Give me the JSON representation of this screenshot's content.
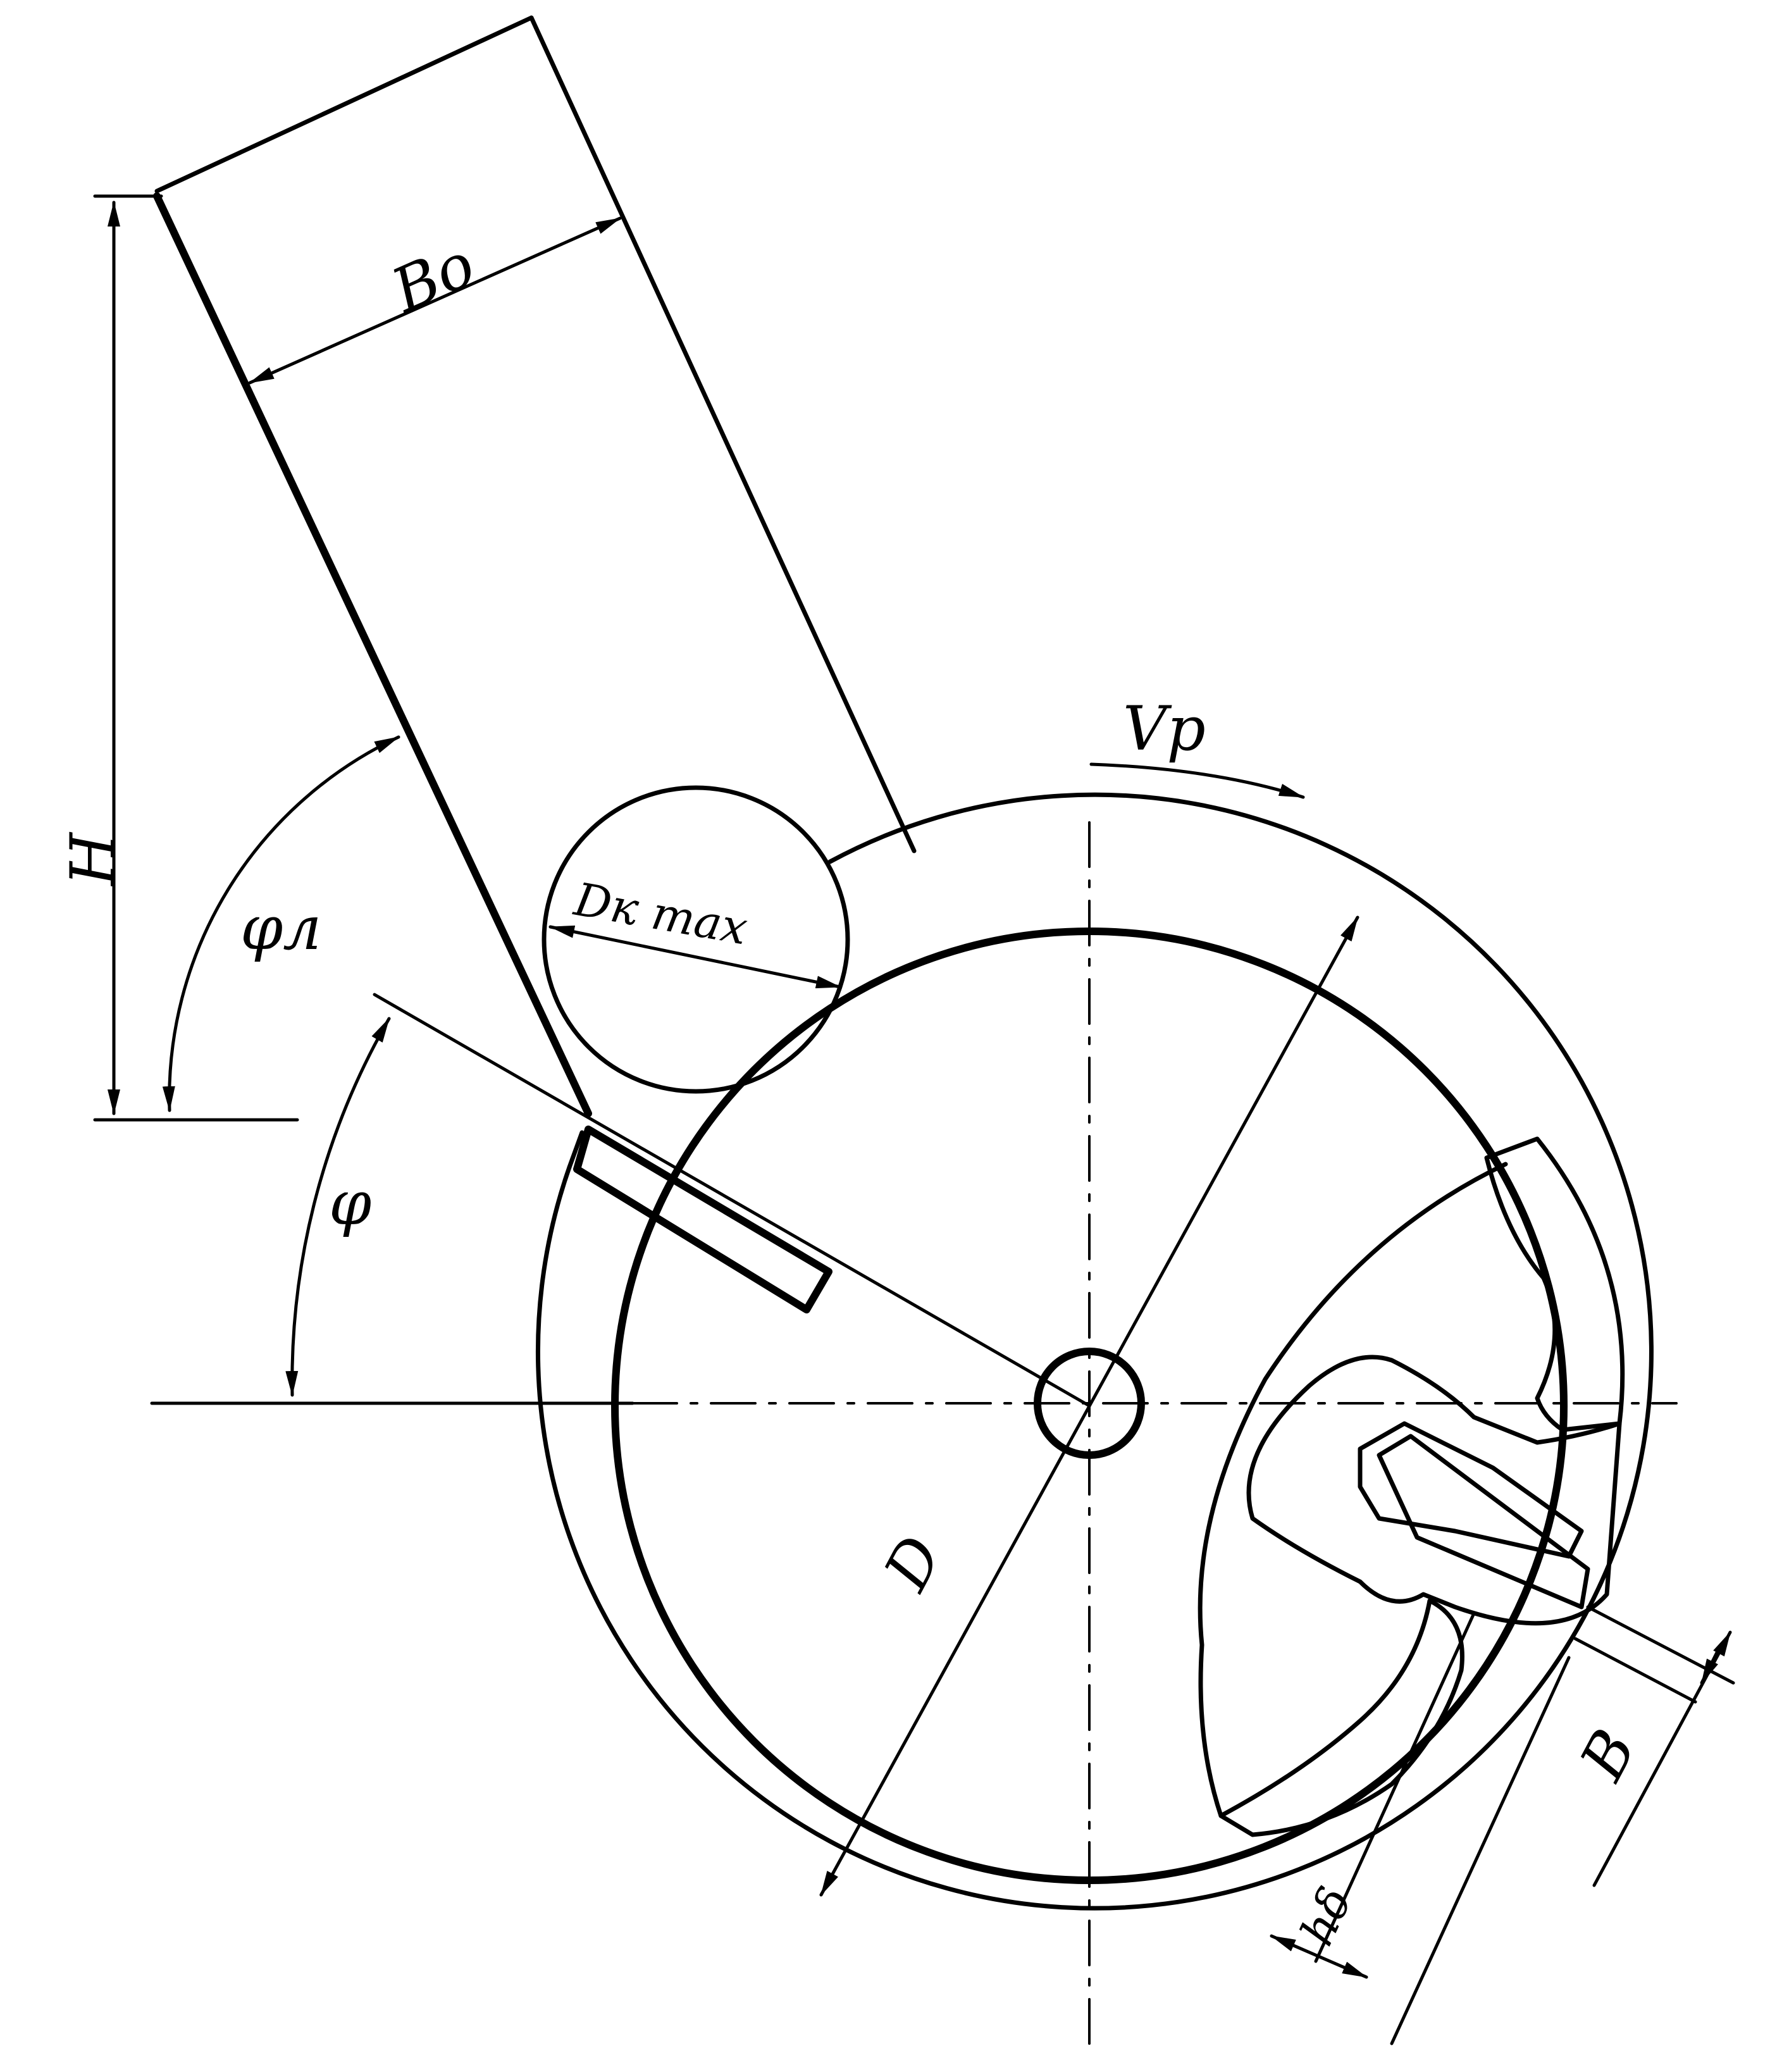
{
  "labels": {
    "b0": "Bo",
    "h": "H",
    "phi_l": "φл",
    "phi": "φ",
    "dk_max": "Dк max",
    "vp": "Vр",
    "d": "D",
    "b": "B",
    "h_delta": "hδ"
  },
  "colors": {
    "ink": "#000000",
    "paper": "#ffffff"
  }
}
